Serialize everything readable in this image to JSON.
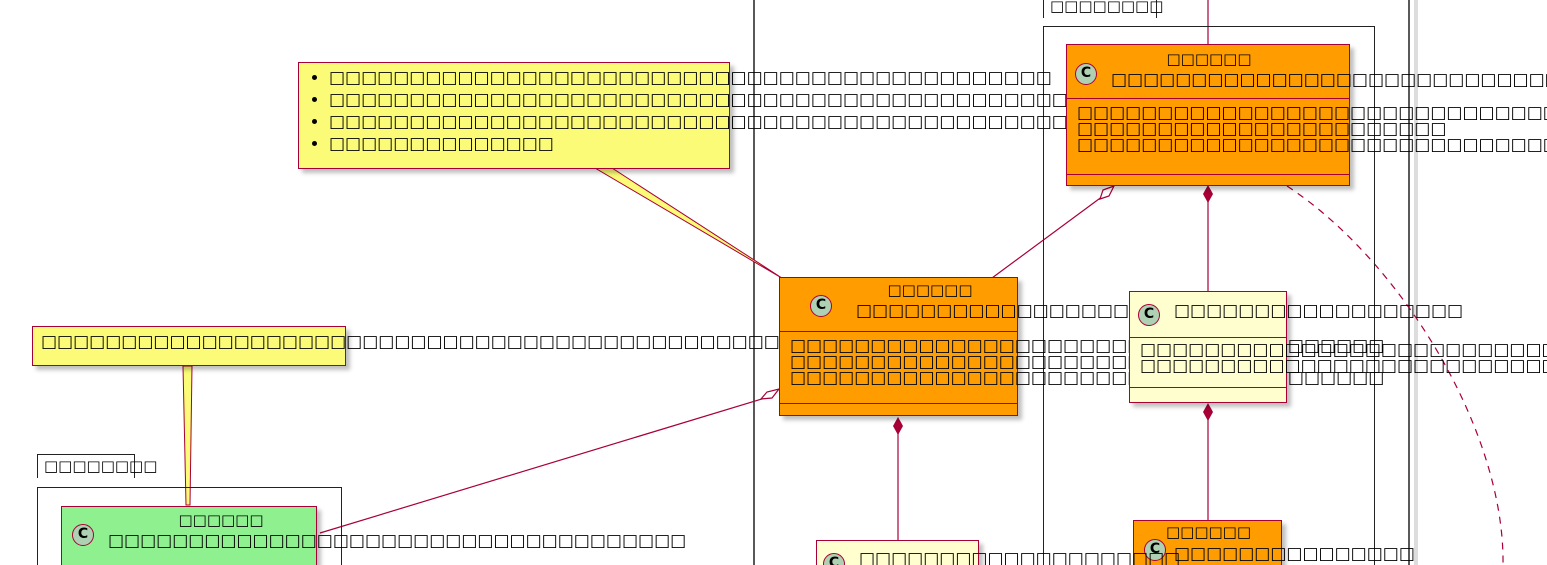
{
  "packages": [
    {
      "id": "pkg-right",
      "label": "□□□□□□□□"
    },
    {
      "id": "pkg-left",
      "label": "□□□□□□□□"
    }
  ],
  "notes": {
    "top": {
      "items": [
        "□□□□□□□□□□□□□□□□□□□□□□□□□□□□□□□□□□□□□□□□□□□□□",
        "□□□□□□□□□□□□□□□□□□□□□□□□□□□□□□□□□□□□□□□□□□□□□□",
        "□□□□□□□□□□□□□□□□□□□□□□□□□□□□□□□□□□□□□□□□□□□□□□□□□□□□□",
        "□□□□□□□□□□□□□□"
      ]
    },
    "left": {
      "text": "□□□□□□□□□□□□□□□□□□□□□□□□□□□□□□□□□□□□□□□□□□□□□□□□□□"
    }
  },
  "classes": {
    "top_right": {
      "icon": "C",
      "stereotype": "□□□□□□",
      "name": "□□□□□□□□□□□□□□□□□□□□□□□□□□□□□□□□□□",
      "attributes": [
        "□□□□□□□□□□□□□□□□□□□□□□□□□□□□□□□□□□□□□□□□□□□□□□□□□□□□",
        "□□□□□□□□□□□□□□□□□□□□□□□",
        "□□□□□□□□□□□□□□□□□□□□□□□□□□□□□□□□□□□□□□□□□□□□□□□"
      ],
      "color": "#ff9d00"
    },
    "center": {
      "icon": "C",
      "stereotype": "□□□□□□",
      "name": "□□□□□□□□□□□□□□□□□□□□□□□□",
      "attributes": [
        "□□□□□□□□□□□□□□□□□□□□□□□□□□□□□□□□□□□□□",
        "□□□□□□□□□□□□□□□□□□□□□□□□",
        "□□□□□□□□□□□□□□□□□□□□□□□□□□□□□□□□□□□□□"
      ],
      "color": "#ff9d00"
    },
    "right_mid": {
      "icon": "C",
      "name": "□□□□□□□□□□□□□□□□□□",
      "attributes": [
        "□□□□□□□□□□□□□□□□□□□□□□□□□□",
        "□□□□□□□□□□□□□□□□□□□□□□□□□□"
      ],
      "color": "#fefece"
    },
    "right_bottom": {
      "icon": "C",
      "stereotype": "□□□□□□",
      "name": "□□□□□□□□□□□□□□□",
      "color": "#ff9d00"
    },
    "center_bottom": {
      "icon": "C",
      "name": "□□□□□□□□□□□□□□□□□□□□",
      "color": "#fefece"
    },
    "left_bottom": {
      "icon": "C",
      "stereotype": "□□□□□□",
      "name": "□□□□□□□□□□□□□□□□□□□□□□□□□□□□□□□□□□□□",
      "color": "#8ff08f"
    }
  },
  "colors": {
    "line": "#a80036",
    "note_fill": "#fbfb77",
    "class_icon": "#add1b2"
  }
}
